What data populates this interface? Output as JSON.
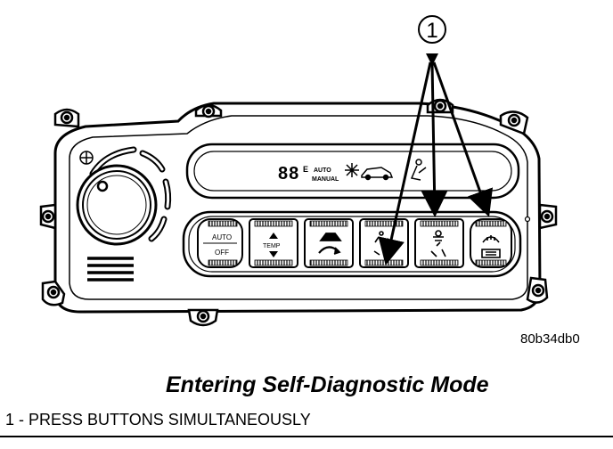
{
  "callout": {
    "number": "1"
  },
  "panel": {
    "display_digits": "88",
    "display_e": "E",
    "display_auto": "AUTO",
    "display_manual": "MANUAL",
    "buttons": [
      {
        "icon": "auto-off-icon",
        "lines": [
          "AUTO",
          "OFF"
        ]
      },
      {
        "icon": "temp-arrows-icon",
        "lines": [
          "TEMP"
        ]
      },
      {
        "icon": "recirculation-icon",
        "lines": []
      },
      {
        "icon": "panel-mode-icon",
        "lines": []
      },
      {
        "icon": "floor-defrost-mode-icon",
        "lines": []
      },
      {
        "icon": "defrost-icon",
        "lines": []
      }
    ]
  },
  "figure_id": "80b34db0",
  "caption": {
    "title": "Entering Self-Diagnostic Mode",
    "legend": "1 - PRESS BUTTONS SIMULTANEOUSLY"
  }
}
